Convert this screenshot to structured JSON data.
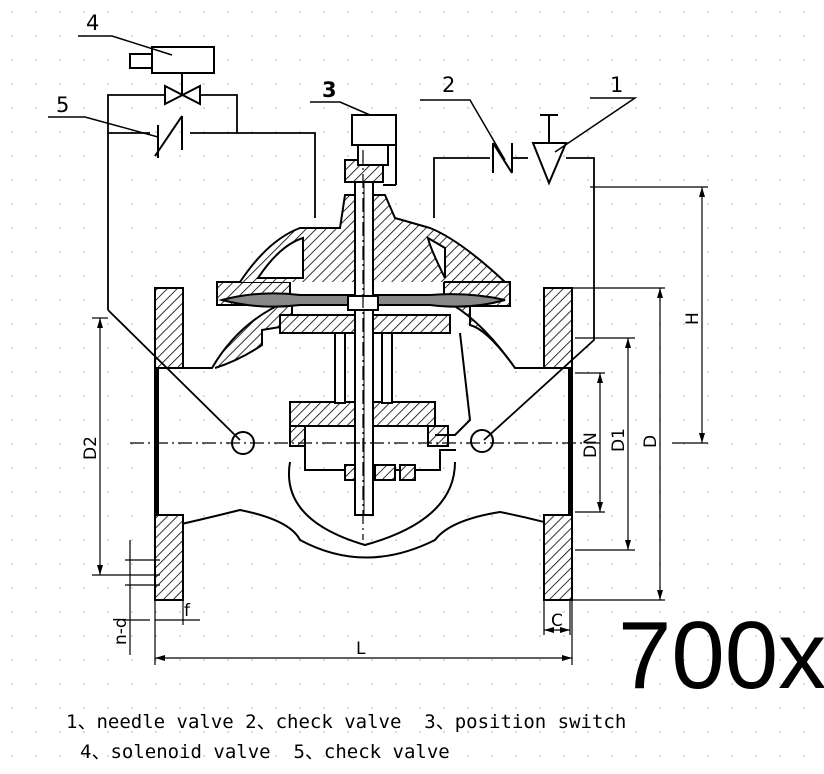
{
  "model": "700x",
  "callouts": [
    "1",
    "2",
    "3",
    "4",
    "5"
  ],
  "dimensions": {
    "D2": "D2",
    "DN": "DN",
    "D1": "D1",
    "D": "D",
    "H": "H",
    "L": "L",
    "f": "f",
    "C": "C",
    "nd": "n-d"
  },
  "legend": {
    "line1": "1、needle valve 2、check valve  3、position switch",
    "line2": "4、solenoid valve  5、check valve"
  }
}
